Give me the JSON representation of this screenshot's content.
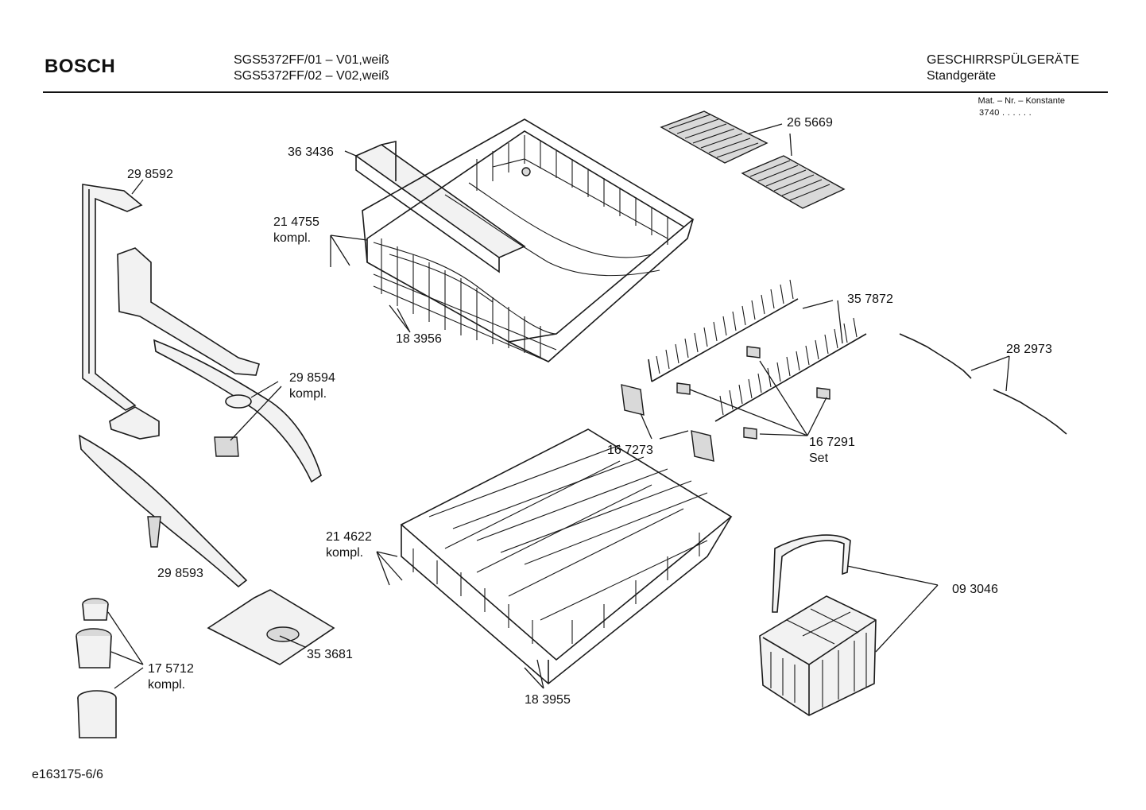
{
  "header": {
    "brand": "BOSCH",
    "model_line_1": "SGS5372FF/01 – V01,weiß",
    "model_line_2": "SGS5372FF/02 – V02,weiß",
    "category": "GESCHIRRSPÜLGERÄTE",
    "subcategory": "Standgeräte",
    "mat_label": "Mat. – Nr. – Konstante",
    "mat_value": "3740  .  .   .  .  .  ."
  },
  "parts": [
    {
      "id": "lbl-363436",
      "text": "36 3436"
    },
    {
      "id": "lbl-265669",
      "text": "26 5669"
    },
    {
      "id": "lbl-298592",
      "text": "29 8592"
    },
    {
      "id": "lbl-214755",
      "text": "21 4755"
    },
    {
      "id": "lbl-214755-k",
      "text": "kompl."
    },
    {
      "id": "lbl-183956",
      "text": "18 3956"
    },
    {
      "id": "lbl-357872",
      "text": "35 7872"
    },
    {
      "id": "lbl-282973",
      "text": "28 2973"
    },
    {
      "id": "lbl-298594",
      "text": "29 8594"
    },
    {
      "id": "lbl-298594-k",
      "text": "kompl."
    },
    {
      "id": "lbl-167273",
      "text": "16 7273"
    },
    {
      "id": "lbl-167291",
      "text": "16 7291"
    },
    {
      "id": "lbl-167291-s",
      "text": "Set"
    },
    {
      "id": "lbl-214622",
      "text": "21 4622"
    },
    {
      "id": "lbl-214622-k",
      "text": "kompl."
    },
    {
      "id": "lbl-298593",
      "text": "29 8593"
    },
    {
      "id": "lbl-093046",
      "text": "09 3046"
    },
    {
      "id": "lbl-353681",
      "text": "35 3681"
    },
    {
      "id": "lbl-175712",
      "text": "17 5712"
    },
    {
      "id": "lbl-175712-k",
      "text": "kompl."
    },
    {
      "id": "lbl-183955",
      "text": "18 3955"
    }
  ],
  "footer": {
    "code": "e163175-6/6"
  }
}
